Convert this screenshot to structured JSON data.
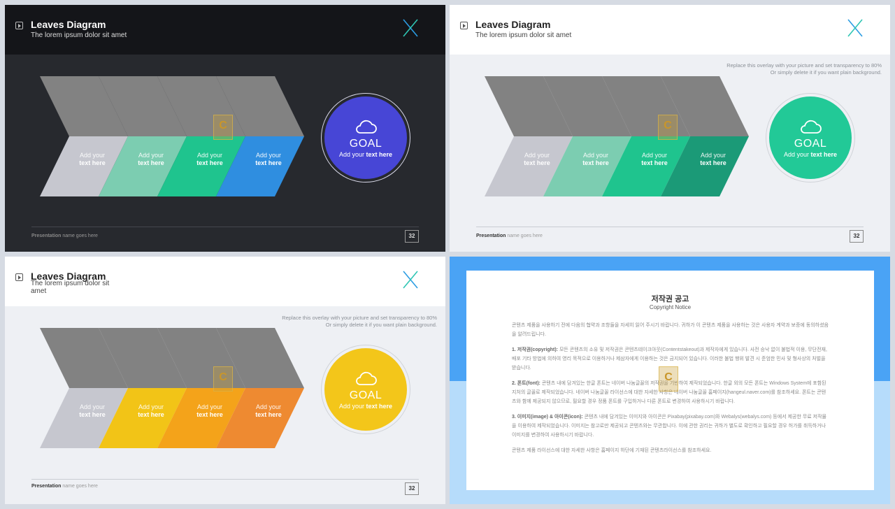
{
  "slides": [
    {
      "title": "Leaves Diagram",
      "subtitle": "The lorem ipsum dolor sit amet",
      "overlay_note": [
        "",
        ""
      ],
      "labels": [
        {
          "line1": "Add your",
          "line2": "text here"
        },
        {
          "line1": "Add your",
          "line2": "text here"
        },
        {
          "line1": "Add your",
          "line2": "text here"
        },
        {
          "line1": "Add your",
          "line2": "text here"
        }
      ],
      "goal": {
        "title": "GOAL",
        "text_pre": "Add your ",
        "text_bold": "text here"
      },
      "footer": {
        "bold": "Presentation",
        "rest": " name goes here"
      },
      "page_number": "32",
      "colors": {
        "top": "#828282",
        "bottom": [
          "#c6c7cf",
          "#7ccdb1",
          "#1fc48e",
          "#2f8ee0"
        ],
        "goal": "#4746d6"
      }
    },
    {
      "title": "Leaves Diagram",
      "subtitle": "The lorem ipsum dolor sit amet",
      "overlay_note": [
        "Replace this overlay with your picture and set transparency to 80%",
        "Or simply delete it if you want plain background."
      ],
      "labels": [
        {
          "line1": "Add your",
          "line2": "text here"
        },
        {
          "line1": "Add your",
          "line2": "text here"
        },
        {
          "line1": "Add your",
          "line2": "text here"
        },
        {
          "line1": "Add your",
          "line2": "text here"
        }
      ],
      "goal": {
        "title": "GOAL",
        "text_pre": "Add your ",
        "text_bold": "text here"
      },
      "footer": {
        "bold": "Presentation",
        "rest": " name goes here"
      },
      "page_number": "32",
      "colors": {
        "top": "#828282",
        "bottom": [
          "#c6c7cf",
          "#7ccdb1",
          "#1fc48e",
          "#1b9a77"
        ],
        "goal": "#22c997"
      }
    },
    {
      "title": "Leaves Diagram",
      "subtitle": "The lorem ipsum dolor sit amet",
      "overlay_note": [
        "Replace this overlay with your picture and set transparency to 80%",
        "Or simply delete it if you want plain background."
      ],
      "labels": [
        {
          "line1": "Add your",
          "line2": "text here"
        },
        {
          "line1": "Add your",
          "line2": "text here"
        },
        {
          "line1": "Add your",
          "line2": "text here"
        },
        {
          "line1": "Add your",
          "line2": "text here"
        }
      ],
      "goal": {
        "title": "GOAL",
        "text_pre": "Add your ",
        "text_bold": "text here"
      },
      "footer": {
        "bold": "Presentation",
        "rest": " name goes here"
      },
      "page_number": "32",
      "colors": {
        "top": "#828282",
        "bottom": [
          "#c6c7cf",
          "#f2c417",
          "#f4a31a",
          "#ee8a31"
        ],
        "goal": "#f3c61a"
      }
    }
  ],
  "watermark": "C",
  "notice": {
    "title": "저작권 공고",
    "subtitle": "Copyright Notice",
    "intro": "콘텐츠 제품을 사용하기 전에 다음의 협약과 조항들을 자세히 읽어 주시기 바랍니다. 귀하가 이 콘텐츠 제품을 사용하는 것은 사용자 계약과 보증에 동의하셨음을 알려드립니다.",
    "sections": [
      {
        "head": "1. 저작권(copyright):",
        "body": " 모든 콘텐츠의 소유 및 저작권은 콘텐츠테이크아웃(Contentstakeout)과 제작자에게 있습니다. 사전 승낙 없이 불법적 이용, 무단전재, 배포 기타 방법에 의하여 영리 목적으로 이용하거나 제삼자에게 이용하는 것은 금지되어 있습니다. 이러한 불법 행위 발견 시 준엄한 민사 및 형사상의 처벌을 받습니다."
      },
      {
        "head": "2. 폰트(font):",
        "body": " 콘텐츠 내에 담겨있는 한글 폰트는 네이버 나눔글꼴의 저작권을 기반하여 제작되었습니다. 한글 외의 모든 폰트는 Windows System에 포함된 지처의 글꼴로 제작되었습니다. 네이버 나눔글꼴 라이선스에 대한 자세한 사항은 네이버 나눔글꼴 홈페이지(hangeul.naver.com)를 참조하세요. 폰트는 콘텐츠와 함께 제공되지 않으므로, 필요할 경우 정품 폰트를 구입하거나 다른 폰트로 변경하여 사용하시기 바랍니다."
      },
      {
        "head": "3. 이미지(image) & 아이콘(icon):",
        "body": " 콘텐츠 내에 담겨있는 이미지와 아이콘은 Pixabay(pixabay.com)와 Webalys(webalys.com) 등에서 제공한 무료 저작물을 이용하여 제작되었습니다. 이미지는 참고로만 제공되고 콘텐츠와는 무관합니다. 이에 관한 권리는 귀하가 별도로 확인하고 필요할 경우 허가를 취득하거나 이미지를 변경하여 사용하시기 바랍니다."
      }
    ],
    "outro": "콘텐츠 제품 라이선스에 대한 자세한 사항은 홈페이지 하단에 기재된 콘텐츠라이선스를 참조하세요."
  }
}
